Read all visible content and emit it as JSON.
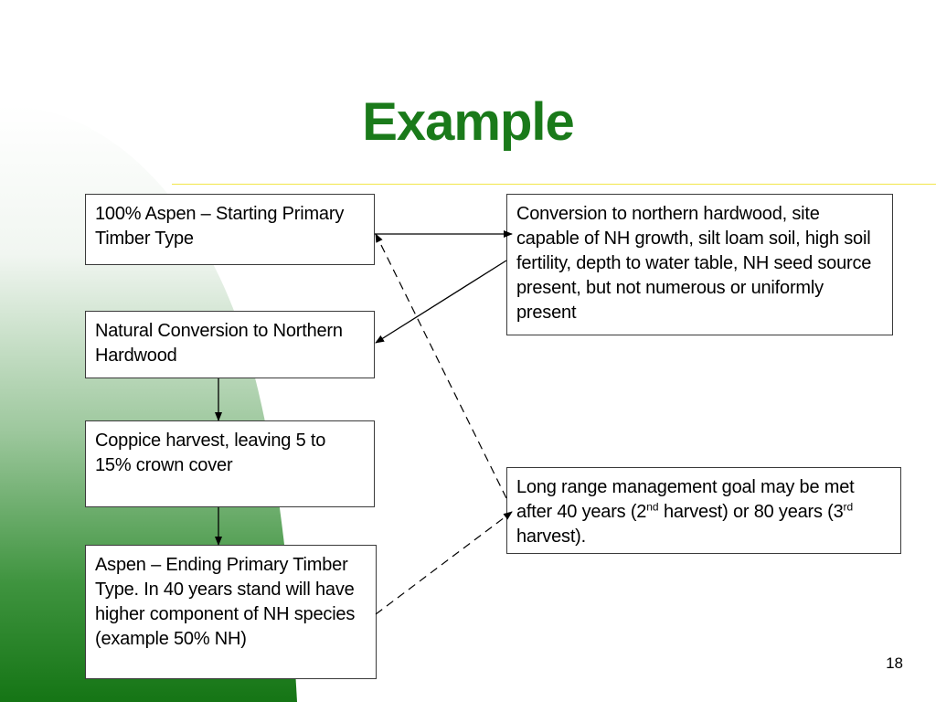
{
  "slide": {
    "title": "Example",
    "page_number": "18"
  },
  "boxes": {
    "start": "100% Aspen – Starting Primary Timber Type",
    "natural": "Natural Conversion to Northern Hardwood",
    "coppice": "Coppice harvest, leaving 5 to 15% crown cover",
    "ending": "Aspen – Ending Primary Timber Type. In 40 years stand will have higher component of NH species (example 50% NH)",
    "conversion": "Conversion to northern hardwood, site capable of NH growth, silt loam soil, high soil fertility, depth to water table, NH seed source present, but not numerous or uniformly present",
    "goal_part1": "Long range management goal may be met after 40 years (2",
    "goal_sup1": "nd",
    "goal_part2": " harvest) or 80 years (3",
    "goal_sup2": "rd",
    "goal_part3": " harvest)."
  },
  "colors": {
    "title": "#1a7a1a",
    "accent_rule": "#f2e64a",
    "background_gradient": "#1e7a1e"
  }
}
